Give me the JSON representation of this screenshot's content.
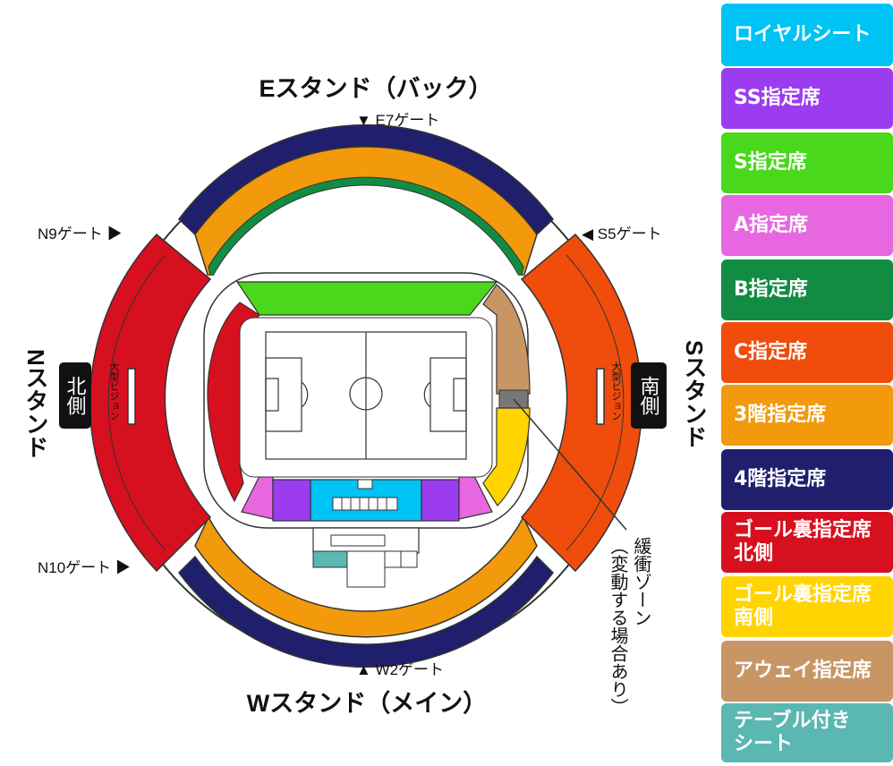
{
  "stands": {
    "east": "Eスタンド（バック）",
    "west": "Wスタンド（メイン）",
    "north": "Nスタンド",
    "south": "Sスタンド"
  },
  "sides": {
    "north": "北側",
    "south": "南側"
  },
  "screen_label": "大型ビジョン",
  "gates": {
    "e7": "▼ E7ゲート",
    "w2": "▲ W2ゲート",
    "n9": "N9ゲート ▶",
    "n10": "N10ゲート ▶",
    "s5": "◀ S5ゲート"
  },
  "buffer_zone": {
    "line1": "緩衝ゾーン",
    "line2": "（変動する場合あり）"
  },
  "legend": [
    {
      "label": "ロイヤルシート",
      "color": "#00c3f5"
    },
    {
      "label": "SS指定席",
      "color": "#9b3cf0"
    },
    {
      "label": "S指定席",
      "color": "#49d81b"
    },
    {
      "label": "A指定席",
      "color": "#e667e0"
    },
    {
      "label": "B指定席",
      "color": "#128c43"
    },
    {
      "label": "C指定席",
      "color": "#f04c0b"
    },
    {
      "label": "3階指定席",
      "color": "#f29a0b"
    },
    {
      "label": "4階指定席",
      "color": "#1f1f6e"
    },
    {
      "label": "ゴール裏指定席\n北側",
      "color": "#d7101f"
    },
    {
      "label": "ゴール裏指定席\n南側",
      "color": "#ffd400"
    },
    {
      "label": "アウェイ指定席",
      "color": "#c89565"
    },
    {
      "label": "テーブル付き\nシート",
      "color": "#5bb7b1"
    }
  ]
}
